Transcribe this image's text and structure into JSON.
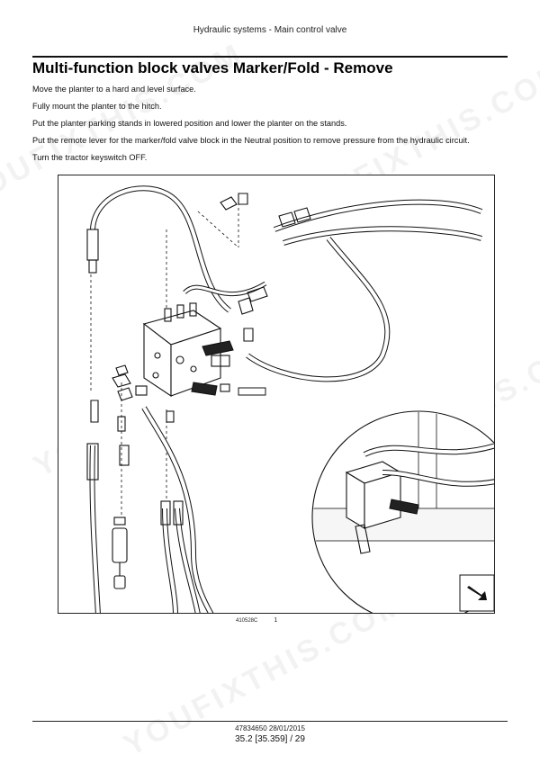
{
  "header": {
    "title": "Hydraulic systems - Main control valve"
  },
  "section": {
    "title": "Multi-function block valves Marker/Fold - Remove"
  },
  "steps": [
    "Move the planter to a hard and level surface.",
    "Fully mount the planter to the hitch.",
    "Put the planter parking stands in lowered position and lower the planter on the stands.",
    "Put the remote lever for the marker/fold valve block in the Neutral position to remove pressure from the hydraulic circuit.",
    "Turn the tractor keyswitch OFF."
  ],
  "figure": {
    "code": "410528C",
    "number": "1"
  },
  "watermark": {
    "text": "YOUFIXTHIS.COM"
  },
  "footer": {
    "doc_ref": "47834650 28/01/2015",
    "page": "35.2 [35.359] / 29"
  }
}
